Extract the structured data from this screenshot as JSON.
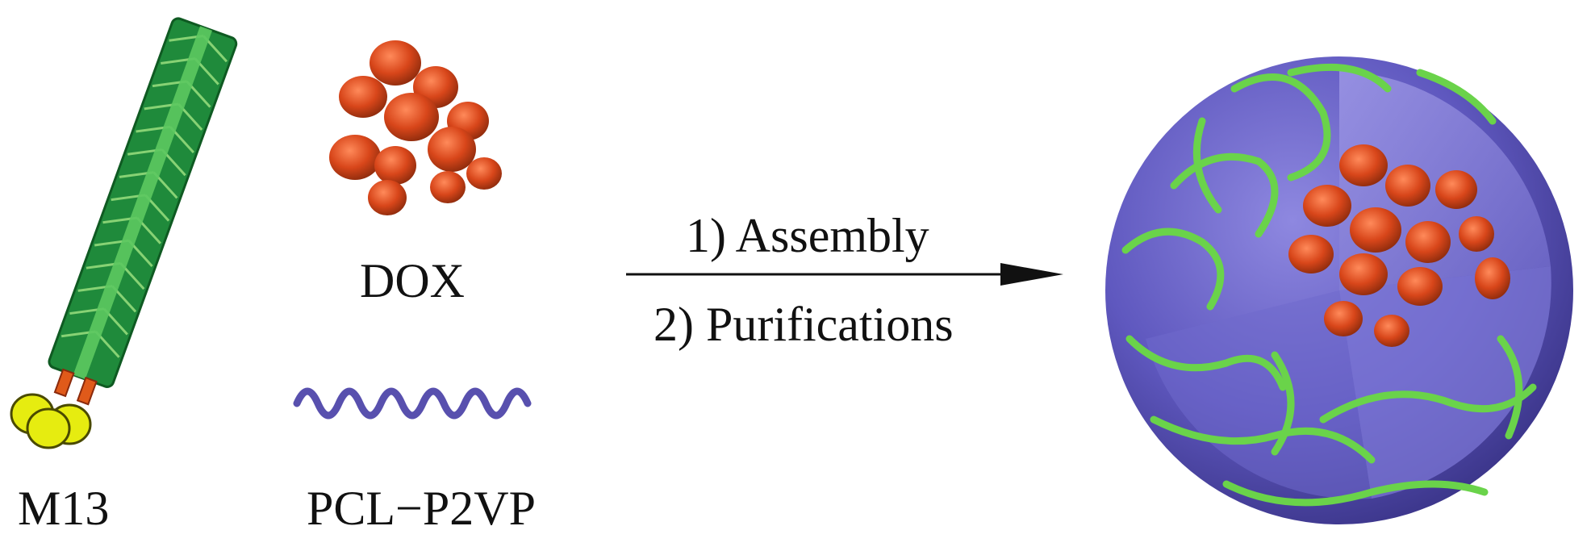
{
  "labels": {
    "m13": "M13",
    "dox": "DOX",
    "polymer": "PCL−P2VP",
    "step1": "1) Assembly",
    "step2": "2) Purifications"
  },
  "colors": {
    "phage_green": "#1e8a3a",
    "phage_light": "#6ccf6a",
    "phage_tip": "#e0e800",
    "phage_neck": "#e05a1a",
    "dox_red": "#d84a1c",
    "polymer_purple": "#5a52b0",
    "sphere_purple": "#6a63c8",
    "strand_green": "#6cd84a"
  }
}
